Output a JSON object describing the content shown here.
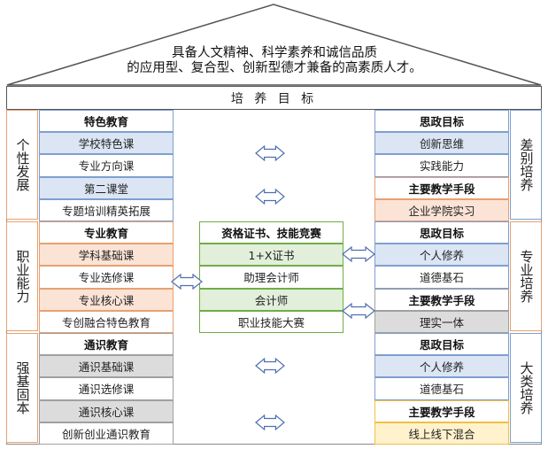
{
  "roof": {
    "line1": "具备人文精神、科学素养和诚信品质",
    "line2": "的应用型、复合型、创新型德才兼备的高素质人才。"
  },
  "goal": "培 养 目 标",
  "left_side": [
    {
      "label": "个性发展",
      "color": "#e8a070"
    },
    {
      "label": "职业能力",
      "color": "#e8a070"
    },
    {
      "label": "强基固本",
      "color": "#e8a070"
    }
  ],
  "right_side": [
    {
      "label": "差别培养",
      "color": "#7f9fd0"
    },
    {
      "label": "专业培养",
      "color": "#e8a070"
    },
    {
      "label": "大类培养",
      "color": "#7f9fd0"
    }
  ],
  "left_groups": [
    {
      "title": "特色教育",
      "items": [
        "学校特色课",
        "专业方向课",
        "第二课堂",
        "专题培训精英拓展"
      ],
      "fills": [
        "#dbe5f3",
        "#ffffff",
        "#dbe5f3",
        "#ffffff"
      ],
      "borders": [
        "#7f9fd0",
        "#7f9fd0",
        "#7f9fd0",
        "#7f9fd0"
      ]
    },
    {
      "title": "专业教育",
      "items": [
        "学科基础课",
        "专业选修课",
        "专业核心课",
        "专创融合特色教育"
      ],
      "fills": [
        "#fbe3d6",
        "#ffffff",
        "#fbe3d6",
        "#ffffff"
      ],
      "borders": [
        "#e8a070",
        "#e8a070",
        "#e8a070",
        "#e8a070"
      ]
    },
    {
      "title": "通识教育",
      "items": [
        "通识基础课",
        "通识选修课",
        "通识核心课",
        "创新创业通识教育"
      ],
      "fills": [
        "#dcdcdc",
        "#ffffff",
        "#dcdcdc",
        "#ffffff"
      ],
      "borders": [
        "#a0a0a0",
        "#a0a0a0",
        "#a0a0a0",
        "#a0a0a0"
      ]
    }
  ],
  "center": {
    "title": "资格证书、技能竞赛",
    "items": [
      "1+X证书",
      "助理会计师",
      "会计师",
      "职业技能大赛"
    ],
    "fills": [
      "#e2efda",
      "#ffffff",
      "#e2efda",
      "#ffffff"
    ],
    "border": "#70ad47"
  },
  "right_groups": [
    {
      "title": "思政目标",
      "items": [
        "创新思维",
        "实践能力"
      ],
      "fills": [
        "#dbe5f3",
        "#ffffff"
      ],
      "sub_title": "主要教学手段",
      "sub_item": "企业学院实习",
      "sub_fill": "#fbe3d6",
      "sub_border": "#e8a070",
      "border": "#7f9fd0"
    },
    {
      "title": "思政目标",
      "items": [
        "个人修养",
        "道德基石"
      ],
      "fills": [
        "#dbe5f3",
        "#ffffff"
      ],
      "sub_title": "主要教学手段",
      "sub_item": "理实一体",
      "sub_fill": "#dcdcdc",
      "sub_border": "#a0a0a0",
      "border": "#7f9fd0"
    },
    {
      "title": "思政目标",
      "items": [
        "个人修养",
        "道德基石"
      ],
      "fills": [
        "#dbe5f3",
        "#ffffff"
      ],
      "sub_title": "主要教学手段",
      "sub_item": "线上线下混合",
      "sub_fill": "#fff2cc",
      "sub_border": "#f0c040",
      "border": "#7f9fd0"
    }
  ],
  "arrow_color": "#4f6fb0"
}
